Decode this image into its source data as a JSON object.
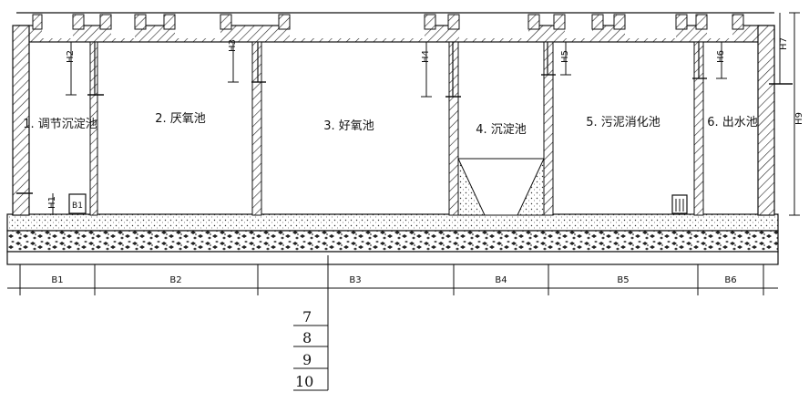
{
  "tanks": [
    {
      "label": "1. 调节沉淀池"
    },
    {
      "label": "2. 厌氧池"
    },
    {
      "label": "3. 好氧池"
    },
    {
      "label": "4. 沉淀池"
    },
    {
      "label": "5. 污泥消化池"
    },
    {
      "label": "6. 出水池"
    }
  ],
  "height_labels": {
    "h1": "H1",
    "h2": "H2",
    "h3": "H3",
    "h4": "H4",
    "h5": "H5",
    "h6": "H6",
    "h7": "H7",
    "h9": "H9"
  },
  "width_labels": [
    "B1",
    "B2",
    "B3",
    "B4",
    "B5",
    "B6"
  ],
  "small_labels": {
    "b1_marker": "B1"
  },
  "legend_numbers": [
    "7",
    "8",
    "9",
    "10"
  ]
}
